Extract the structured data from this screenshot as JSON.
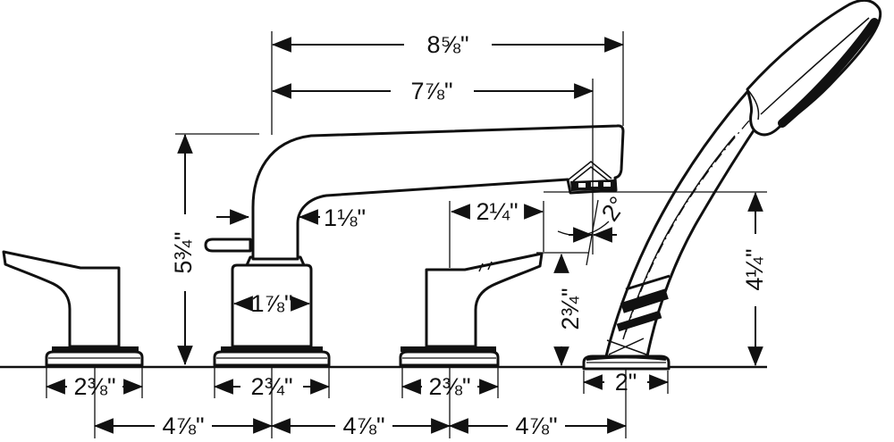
{
  "drawing": {
    "kind": "faucet-installation-dimension-diagram",
    "line_color": "#111111",
    "background_color": "#ffffff"
  },
  "dimensions": {
    "top_width": "8⅝\"",
    "spout_reach": "7⅞\"",
    "spout_height": "5¾\"",
    "spout_tube_width": "1⅛\"",
    "spout_base_body_width": "1⅞\"",
    "handle_reach": "2¼\"",
    "handle_height": "2¾\"",
    "spray_angle": "2°",
    "handshower_height": "4¼\"",
    "left_handle_base_width": "2⅜\"",
    "spout_base_width": "2¾\"",
    "right_handle_base_width": "2⅜\"",
    "handshower_base_width": "2\"",
    "spacing_left": "4⅞\"",
    "spacing_center": "4⅞\"",
    "spacing_right": "4⅞\""
  }
}
